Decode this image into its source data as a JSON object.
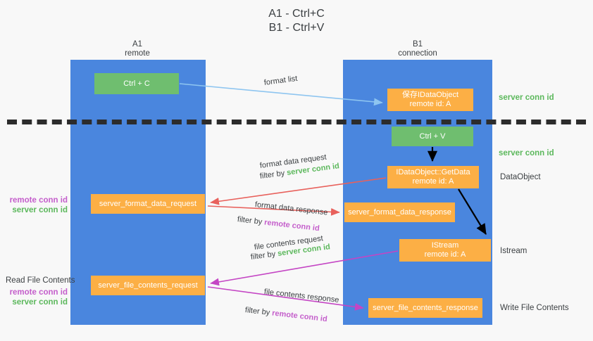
{
  "title": "A1 - Ctrl+C\nB1 - Ctrl+V",
  "lanes": {
    "a1": {
      "header": "A1\nremote"
    },
    "b1": {
      "header": "B1\nconnection"
    }
  },
  "boxes": {
    "ctrl_c": "Ctrl + C",
    "save_dataobject": "保存IDataObject\nremote id: A",
    "ctrl_v": "Ctrl + V",
    "getdata": "IDataObject::GetData\nremote id: A",
    "server_format_data_request": "server_format_data_request",
    "server_format_data_response": "server_format_data_response",
    "istream": "IStream\nremote id: A",
    "server_file_contents_request": "server_file_contents_request",
    "server_file_contents_response": "server_file_contents_response"
  },
  "flows": {
    "format_list": "format list",
    "format_data_request": "format data request",
    "filter_by": "filter by ",
    "server_conn_id": "server conn id",
    "remote_conn_id": "remote conn id",
    "format_data_response": "format data response",
    "file_contents_request": "file contents request",
    "file_contents_response": "file contents response"
  },
  "side_labels": {
    "server_conn_id_top": "server conn id",
    "server_conn_id_mid": "server conn id",
    "dataobject": "DataObject",
    "istream": "Istream",
    "write_file_contents": "Write File Contents",
    "read_file_contents": "Read File Contents",
    "remote_conn_id": "remote conn id",
    "server_conn_id": "server conn id"
  },
  "colors": {
    "lane": "#4a86de",
    "green_box": "#6fbe6f",
    "orange_box": "#fcaf45",
    "remote_conn": "#c45ecb",
    "server_conn": "#5cb85c",
    "arrow_blue": "#8ec5f0",
    "arrow_red": "#e8615c",
    "arrow_magenta": "#c445c4",
    "arrow_black": "#000000",
    "divider": "#2c2c2c",
    "background": "#f8f8f8"
  }
}
